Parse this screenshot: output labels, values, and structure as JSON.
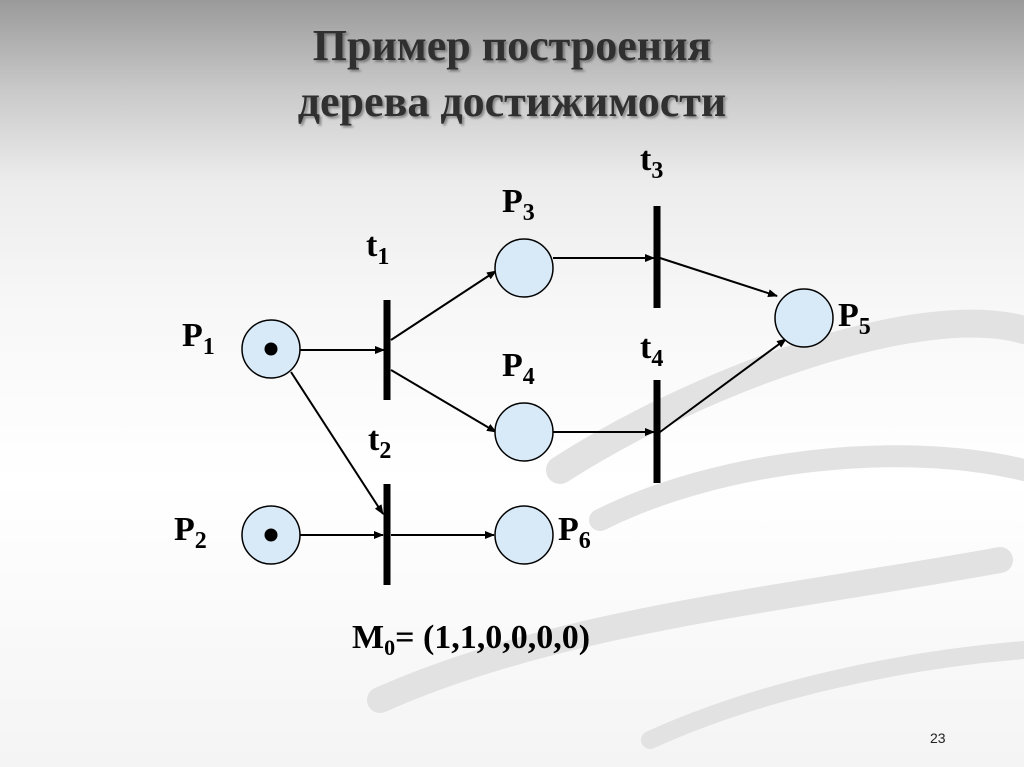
{
  "title": {
    "line1": "Пример построения",
    "line2": "дерева достижимости"
  },
  "places": [
    {
      "id": "p1",
      "main": "P",
      "sub": "1",
      "tokens": 1
    },
    {
      "id": "p2",
      "main": "P",
      "sub": "2",
      "tokens": 1
    },
    {
      "id": "p3",
      "main": "P",
      "sub": "3",
      "tokens": 0
    },
    {
      "id": "p4",
      "main": "P",
      "sub": "4",
      "tokens": 0
    },
    {
      "id": "p5",
      "main": "P",
      "sub": "5",
      "tokens": 0
    },
    {
      "id": "p6",
      "main": "P",
      "sub": "6",
      "tokens": 0
    }
  ],
  "transitions": [
    {
      "id": "t1",
      "main": "t",
      "sub": "1"
    },
    {
      "id": "t2",
      "main": "t",
      "sub": "2"
    },
    {
      "id": "t3",
      "main": "t",
      "sub": "3"
    },
    {
      "id": "t4",
      "main": "t",
      "sub": "4"
    }
  ],
  "arcs": [
    {
      "from": "p1",
      "to": "t1"
    },
    {
      "from": "p1",
      "to": "t2"
    },
    {
      "from": "p2",
      "to": "t2"
    },
    {
      "from": "t1",
      "to": "p3"
    },
    {
      "from": "t1",
      "to": "p4"
    },
    {
      "from": "t2",
      "to": "p6"
    },
    {
      "from": "p3",
      "to": "t3"
    },
    {
      "from": "p4",
      "to": "t4"
    },
    {
      "from": "t3",
      "to": "p5"
    },
    {
      "from": "t4",
      "to": "p5"
    }
  ],
  "marking": {
    "main": "M",
    "sub": "0",
    "eq": "=",
    "vector": "(1,1,0,0,0,0)"
  },
  "slide_number": "23",
  "colors": {
    "place_fill": "#d8eaf8",
    "stroke": "#000000",
    "title": "#303030",
    "swoosh": "#e2e2e2"
  }
}
